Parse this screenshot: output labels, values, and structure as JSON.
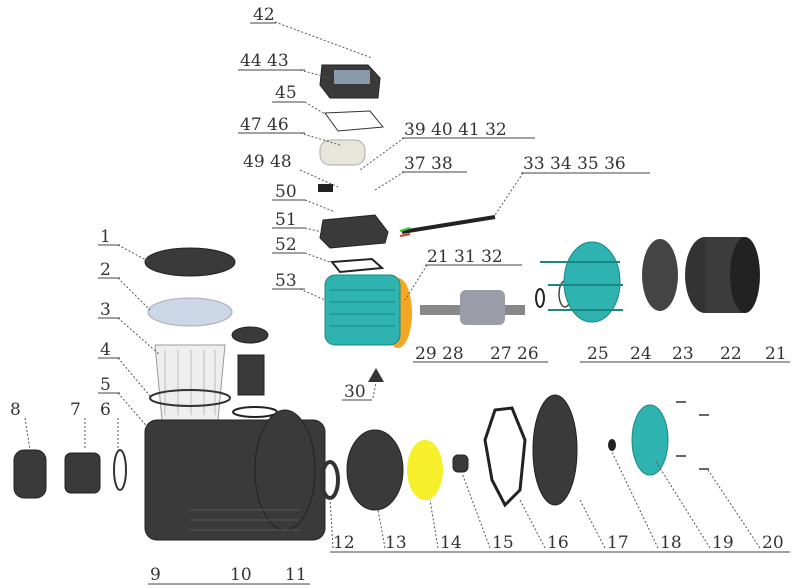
{
  "title": "Pump exploded view",
  "labels": {
    "l42": "42",
    "l44_43": "44 43",
    "l45": "45",
    "l47_46": "47 46",
    "l39_40_41_32": "39 40 41 32",
    "l49_48": "49 48",
    "l37_38": "37 38",
    "l33_34_35_36": "33 34 35 36",
    "l50": "50",
    "l51": "51",
    "l52": "52",
    "l21_31_32": "21 31 32",
    "l53": "53",
    "l1": "1",
    "l2": "2",
    "l3": "3",
    "l4": "4",
    "l5": "5",
    "l6": "6",
    "l7": "7",
    "l8": "8",
    "l29_28": "29 28",
    "l27": "27",
    "l26": "26",
    "l25": "25",
    "l24": "24",
    "l23": "23",
    "l22": "22",
    "l21b": "21",
    "l30": "30",
    "l12": "12",
    "l13": "13",
    "l14": "14",
    "l15": "15",
    "l16": "16",
    "l17": "17",
    "l18": "18",
    "l19": "19",
    "l20": "20",
    "l9": "9",
    "l10": "10",
    "l11": "11"
  },
  "colors": {
    "motor": "#2fb3b0",
    "impeller": "#f5f02a",
    "body": "#3a3a3a",
    "stator": "#f5a623"
  }
}
